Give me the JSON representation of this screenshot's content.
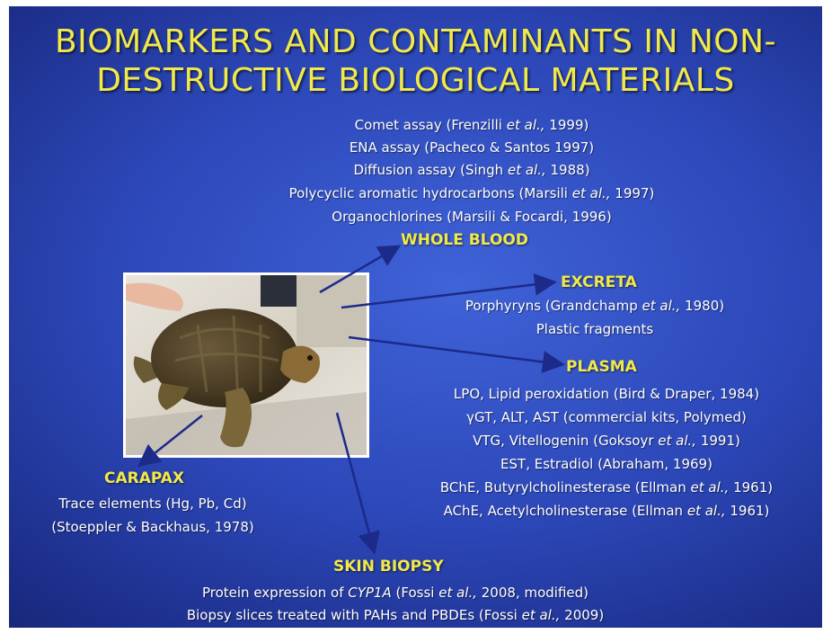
{
  "title": {
    "line1": "BIOMARKERS AND CONTAMINANTS IN NON-",
    "line2": "DESTRUCTIVE BIOLOGICAL MATERIALS"
  },
  "whole_blood": {
    "heading": "WHOLE BLOOD",
    "items": [
      {
        "text": "Comet assay (Frenzilli",
        "italic": "et al.,",
        "after": " 1999)"
      },
      {
        "text": "ENA assay (Pacheco & Santos 1997)"
      },
      {
        "text": "Diffusion assay (Singh",
        "italic": "et al.,",
        "after": " 1988)"
      },
      {
        "text": "Polycyclic aromatic hydrocarbons (Marsili",
        "italic": "et al.,",
        "after": " 1997)"
      },
      {
        "text": "Organochlorines (Marsili & Focardi, 1996)"
      }
    ]
  },
  "excreta": {
    "heading": "EXCRETA",
    "items": [
      {
        "text": "Porphyryns (Grandchamp",
        "italic": "et al.,",
        "after": " 1980)"
      },
      {
        "text": "Plastic fragments"
      }
    ]
  },
  "plasma": {
    "heading": "PLASMA",
    "items": [
      {
        "text": "LPO, Lipid peroxidation (Bird & Draper, 1984)"
      },
      {
        "text": "γGT, ALT, AST (commercial kits, Polymed)"
      },
      {
        "text": "VTG, Vitellogenin (Goksoyr",
        "italic": "et al.,",
        "after": " 1991)"
      },
      {
        "text": "EST, Estradiol (Abraham, 1969)"
      },
      {
        "text": "BChE, Butyrylcholinesterase (Ellman",
        "italic": "et al.,",
        "after": " 1961)"
      },
      {
        "text": "AChE, Acetylcholinesterase (Ellman",
        "italic": "et al.,",
        "after": " 1961)"
      }
    ]
  },
  "carapax": {
    "heading": "CARAPAX",
    "items": [
      "Trace elements (Hg, Pb, Cd)",
      "(Stoeppler & Backhaus, 1978)"
    ]
  },
  "skin_biopsy": {
    "heading": "SKIN BIOPSY",
    "items": [
      {
        "text": "Protein expression of ",
        "italic_gene": "CYP1A",
        "mid": "  (Fossi ",
        "italic": "et al.,",
        "after": " 2008, modified)"
      },
      {
        "text": "Biopsy slices treated with PAHs and PBDEs (Fossi ",
        "italic": "et al.,",
        "after": " 2009)"
      }
    ]
  },
  "colors": {
    "title": "#f1e94a",
    "heading": "#f1e94a",
    "body_text": "#ffffff",
    "arrow": "#1c2a8a",
    "background": "#2c47b8"
  }
}
